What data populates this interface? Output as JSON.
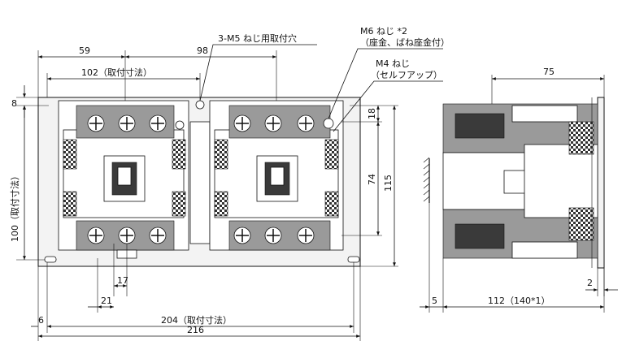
{
  "front_view": {
    "dims": {
      "d59": "59",
      "d98": "98",
      "d102": "102（取付寸法）",
      "d8": "8",
      "d18": "18",
      "d74": "74",
      "d115": "115",
      "d100": "100（取付寸法）",
      "d17": "17",
      "d21": "21",
      "d6": "6",
      "d204": "204（取付寸法）",
      "d216": "216"
    },
    "callouts": {
      "m5_holes": "3-M5 ねじ用取付穴",
      "m6_line1": "M6 ねじ *2",
      "m6_line2": "（座金、ばね座金付）",
      "m4_line1": "M4 ねじ",
      "m4_line2": "（セルフアップ）"
    }
  },
  "side_view": {
    "dims": {
      "d75": "75",
      "d2": "2",
      "d5": "5",
      "d112": "112（140*1）"
    }
  }
}
